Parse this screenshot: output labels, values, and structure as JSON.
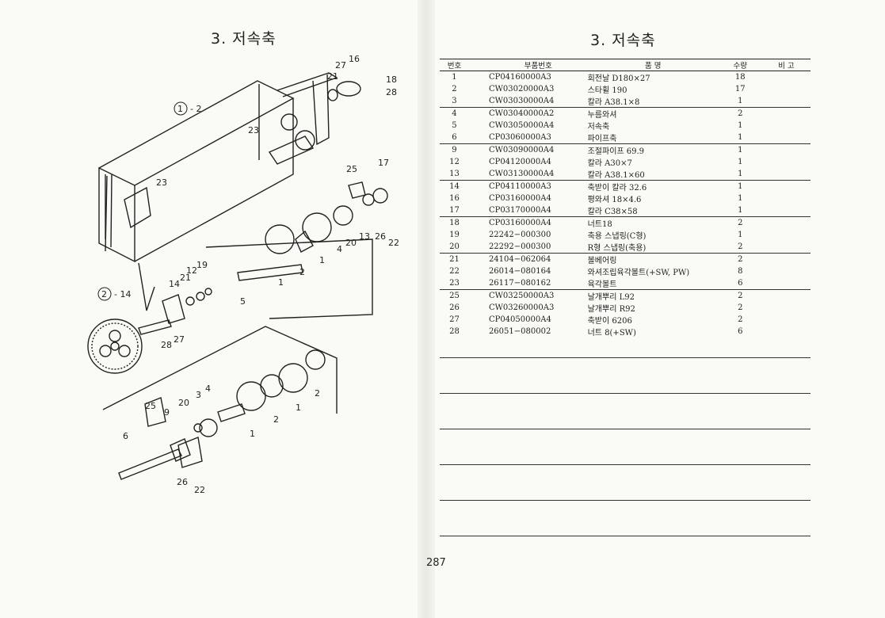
{
  "left_page": {
    "title": "3. 저속축"
  },
  "right_page": {
    "title": "3. 저속축"
  },
  "table": {
    "headers": {
      "no": "번호",
      "part_no": "부품번호",
      "name": "품      명",
      "qty": "수량",
      "note": "비   고"
    },
    "rows": [
      {
        "no": "1",
        "part_no": "CP04160000A3",
        "name": "회전날 D180×27",
        "qty": "18",
        "group_start": true
      },
      {
        "no": "2",
        "part_no": "CW03020000A3",
        "name": "스타휠 190",
        "qty": "17"
      },
      {
        "no": "3",
        "part_no": "CW03030000A4",
        "name": "칼라 A38.1×8",
        "qty": "1"
      },
      {
        "no": "4",
        "part_no": "CW03040000A2",
        "name": "누름와셔",
        "qty": "2",
        "group_start": true
      },
      {
        "no": "5",
        "part_no": "CW03050000A4",
        "name": "저속축",
        "qty": "1"
      },
      {
        "no": "6",
        "part_no": "CP03060000A3",
        "name": "파이프축",
        "qty": "1"
      },
      {
        "no": "9",
        "part_no": "CW03090000A4",
        "name": "조절파이프 69.9",
        "qty": "1",
        "group_start": true
      },
      {
        "no": "12",
        "part_no": "CP04120000A4",
        "name": "칼라 A30×7",
        "qty": "1"
      },
      {
        "no": "13",
        "part_no": "CW03130000A4",
        "name": "칼라 A38.1×60",
        "qty": "1"
      },
      {
        "no": "14",
        "part_no": "CP04110000A3",
        "name": "축받이 칼라 32.6",
        "qty": "1",
        "group_start": true
      },
      {
        "no": "16",
        "part_no": "CP03160000A4",
        "name": "평와셔 18×4.6",
        "qty": "1"
      },
      {
        "no": "17",
        "part_no": "CP03170000A4",
        "name": "칼라 C38×58",
        "qty": "1"
      },
      {
        "no": "18",
        "part_no": "CP03160000A4",
        "name": "너트18",
        "qty": "2",
        "group_start": true
      },
      {
        "no": "19",
        "part_no": "22242−000300",
        "name": "축용 스냅링(C형)",
        "qty": "1"
      },
      {
        "no": "20",
        "part_no": "22292−000300",
        "name": "R형 스냅링(축용)",
        "qty": "2"
      },
      {
        "no": "21",
        "part_no": "24104−062064",
        "name": "볼베어링",
        "qty": "2",
        "group_start": true
      },
      {
        "no": "22",
        "part_no": "26014−080164",
        "name": "와셔조립육각볼트(+SW, PW)",
        "qty": "8"
      },
      {
        "no": "23",
        "part_no": "26117−080162",
        "name": "육각볼트",
        "qty": "6"
      },
      {
        "no": "25",
        "part_no": "CW03250000A3",
        "name": "날개뿌리 L92",
        "qty": "2",
        "group_start": true
      },
      {
        "no": "26",
        "part_no": "CW03260000A3",
        "name": "날개뿌리 R92",
        "qty": "2"
      },
      {
        "no": "27",
        "part_no": "CP04050000A4",
        "name": "축받이 6206",
        "qty": "2"
      },
      {
        "no": "28",
        "part_no": "26051−080002",
        "name": "너트 8(+SW)",
        "qty": "6"
      }
    ]
  },
  "diagram": {
    "callouts": [
      "1",
      "2",
      "3",
      "4",
      "5",
      "6",
      "9",
      "12",
      "13",
      "14",
      "16",
      "17",
      "18",
      "19",
      "20",
      "21",
      "22",
      "23",
      "25",
      "26",
      "27",
      "28"
    ],
    "circled_labels": [
      {
        "num": "1",
        "suffix": "- 2"
      },
      {
        "num": "2",
        "suffix": "- 14"
      }
    ]
  },
  "page_number": "287"
}
